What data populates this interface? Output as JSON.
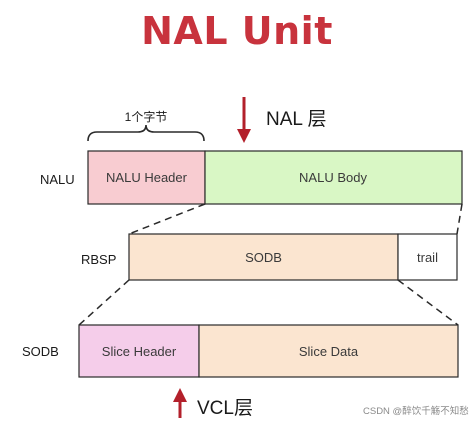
{
  "title": "NAL Unit",
  "brace_label": "1个字节",
  "nal_layer_label": "NAL 层",
  "vcl_layer_label": "VCL层",
  "rows": {
    "nalu": {
      "label": "NALU",
      "boxes": {
        "header": "NALU Header",
        "body": "NALU Body"
      }
    },
    "rbsp": {
      "label": "RBSP",
      "boxes": {
        "sodb": "SODB",
        "trail": "trail"
      }
    },
    "sodb": {
      "label": "SODB",
      "boxes": {
        "slice_header": "Slice Header",
        "slice_data": "Slice Data"
      }
    }
  },
  "colors": {
    "title": "#c8333d",
    "arrow": "#b3202b",
    "nalu_header": "#f8ccd1",
    "nalu_body": "#d9f7c5",
    "rbsp_sodb": "#fbe5d0",
    "trail": "#ffffff",
    "slice_header": "#f5cdea",
    "slice_data": "#fbe5d0",
    "border": "#2a2a2a"
  },
  "watermark": "CSDN @醉饮千觞不知愁"
}
